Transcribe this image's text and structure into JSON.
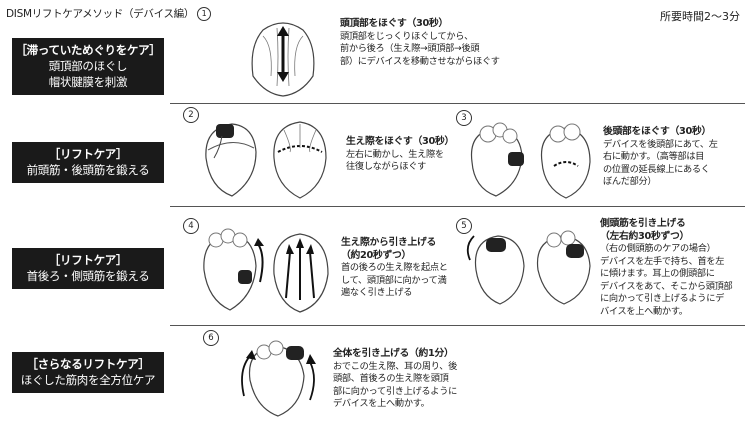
{
  "header": {
    "title": "DISMリフトケアメソッド（デバイス編）",
    "title_step": "1",
    "duration": "所要時間2〜3分"
  },
  "sections": [
    {
      "line1": "［滞っていためぐりをケア］",
      "line2": "頭頂部のほぐし",
      "line3": "帽状腱膜を刺激"
    },
    {
      "line1": "［リフトケア］",
      "line2": "前頭筋・後頭筋を鍛える"
    },
    {
      "line1": "［リフトケア］",
      "line2": "首後ろ・側頭筋を鍛える"
    },
    {
      "line1": "［さらなるリフトケア］",
      "line2": "ほぐした筋肉を全方位ケア"
    }
  ],
  "steps": [
    {
      "num": "1",
      "heading": "頭頂部をほぐす（30秒）",
      "lines": [
        "頭頂部をじっくりほぐしてから、",
        "前から後ろ（生え際→頭頂部→後頭",
        "部）にデバイスを移動させながらほぐす"
      ]
    },
    {
      "num": "2",
      "heading": "生え際をほぐす（30秒）",
      "lines": [
        "左右に動かし、生え際を",
        "往復しながらほぐす"
      ]
    },
    {
      "num": "3",
      "heading": "後頭部をほぐす（30秒）",
      "lines": [
        "デバイスを後頭部にあて、左",
        "右に動かす。（高等部は目",
        "の位置の延長線上にあるく",
        "ぼんだ部分）"
      ]
    },
    {
      "num": "4",
      "heading": "生え際から引き上げる",
      "heading2": "（約20秒ずつ）",
      "lines": [
        "首の後ろの生え際を起点と",
        "して、頭頂部に向かって満",
        "遍なく引き上げる"
      ]
    },
    {
      "num": "5",
      "heading": "側頭筋を引き上げる",
      "heading2": "（左右約30秒ずつ）",
      "lines": [
        "（右の側頭筋のケアの場合）",
        "デバイスを左手で持ち、首を左",
        "に傾けます。耳上の側頭部に",
        "デバイスをあて、そこから頭頂部",
        "に向かって引き上げるようにデ",
        "バイスを上へ動かす。"
      ]
    },
    {
      "num": "6",
      "heading": "全体を引き上げる（約1分）",
      "lines": [
        "おでこの生え際、耳の周り、後",
        "頭部、首後ろの生え際を頭頂",
        "部に向かって引き上げるように",
        "デバイスを上へ動かす。"
      ]
    }
  ]
}
